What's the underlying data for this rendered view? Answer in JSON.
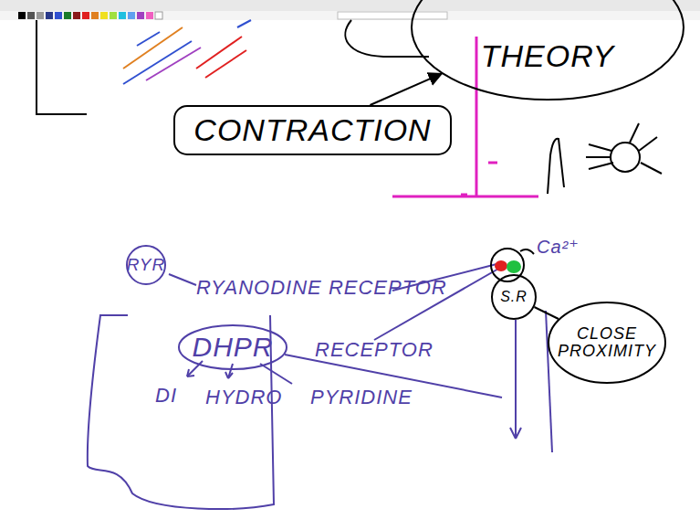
{
  "diagram": {
    "nodes": [
      {
        "text": [
          "THEORY"
        ]
      },
      {
        "text": [
          "CONTRACTION"
        ]
      },
      {
        "text": [
          "RYR"
        ]
      },
      {
        "text": [
          "DHPR"
        ]
      },
      {
        "text": [
          "S.R"
        ]
      },
      {
        "text": [
          "CLOSE PROXIMITY"
        ]
      }
    ],
    "edges": [
      {
        "from": 1,
        "to": 0,
        "arrow": "to"
      },
      {
        "from": 4,
        "to": 5,
        "arrow": "none"
      }
    ],
    "labels": [
      "RYANODINE RECEPTOR",
      "RECEPTOR",
      "DI",
      "HYDRO",
      "PYRIDINE",
      "Ca²⁺"
    ]
  }
}
